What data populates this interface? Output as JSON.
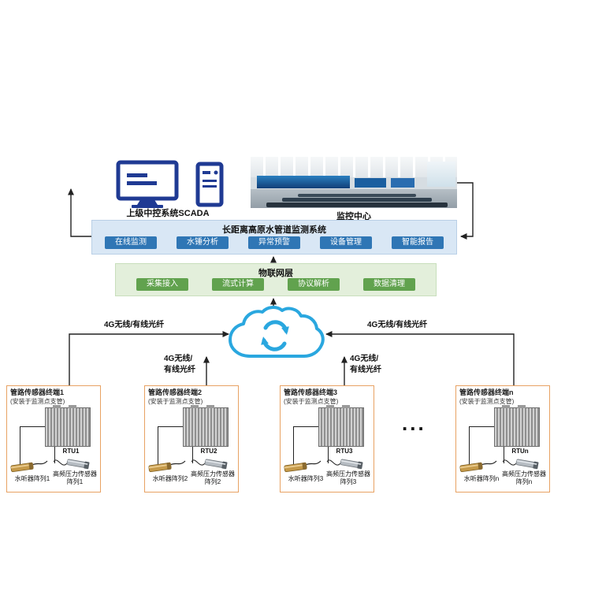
{
  "header": {
    "scada_label": "上级中控系统SCADA",
    "monitor_center_label": "监控中心"
  },
  "system": {
    "title": "长距离高原水管道监测系统",
    "buttons": [
      "在线监测",
      "水锤分析",
      "异常预警",
      "设备管理",
      "智能报告"
    ]
  },
  "iot": {
    "title": "物联网层",
    "buttons": [
      "采集接入",
      "流式计算",
      "协议解析",
      "数据清理"
    ]
  },
  "links": {
    "left_label": "4G无线/有线光纤",
    "right_label": "4G无线/有线光纤",
    "mid_left_label": "4G无线/\n有线光纤",
    "mid_right_label": "4G无线/\n有线光纤"
  },
  "ellipsis": "...",
  "terminals": [
    {
      "title": "管路传感器终端1",
      "subtitle": "(安装于监测点支管)",
      "rtu": "RTU1",
      "hydrophone": "水听器阵列1",
      "pressure": "高频压力传感器阵列1"
    },
    {
      "title": "管路传感器终端2",
      "subtitle": "(安装于监测点支管)",
      "rtu": "RTU2",
      "hydrophone": "水听器阵列2",
      "pressure": "高频压力传感器阵列2"
    },
    {
      "title": "管路传感器终端3",
      "subtitle": "(安装于监测点支管)",
      "rtu": "RTU3",
      "hydrophone": "水听器阵列3",
      "pressure": "高频压力传感器阵列3"
    },
    {
      "title": "管路传感器终端n",
      "subtitle": "(安装于监测点支管)",
      "rtu": "RTUn",
      "hydrophone": "水听器阵列n",
      "pressure": "高频压力传感器阵列n"
    }
  ],
  "colors": {
    "system_box_bg": "#d9e7f5",
    "system_button": "#2f76b5",
    "iot_box_bg": "#e3efdb",
    "iot_button": "#61a24e",
    "cloud_blue": "#2aa7df",
    "terminal_border": "#e8a263",
    "icon_blue": "#1f3a93"
  }
}
